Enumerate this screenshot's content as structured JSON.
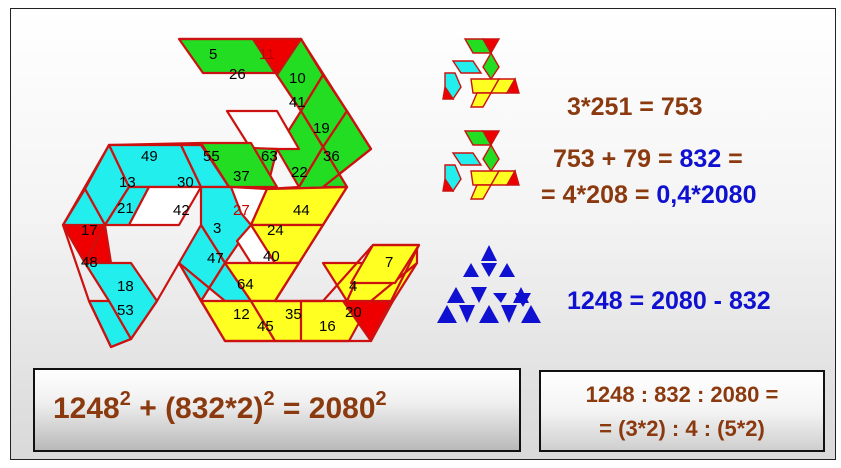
{
  "cells": [
    "5",
    "26",
    "11",
    "10",
    "41",
    "19",
    "36",
    "22",
    "63",
    "55",
    "37",
    "49",
    "13",
    "30",
    "21",
    "42",
    "27",
    "17",
    "48",
    "18",
    "53",
    "44",
    "24",
    "3",
    "47",
    "40",
    "64",
    "12",
    "45",
    "35",
    "16",
    "20",
    "4",
    "7"
  ],
  "equations": {
    "eq1": "3*251 = 753",
    "eq2_line1_part1": "753 + 79 = ",
    "eq2_line1_part2": "832",
    "eq2_line1_part3": " =",
    "eq2_line2_part1": "= 4*208 = ",
    "eq2_line2_part2": "0,4*2080",
    "eq3": "1248 = 2080 - 832"
  },
  "formula": {
    "a": "1248",
    "exp1": "2",
    "mid": " + (832*2)",
    "exp2": "2",
    "eq": "  =  2080",
    "exp3": "2"
  },
  "ratio": {
    "line1": "1248 : 832 : 2080 =",
    "line2": "= (3*2) : 4 : (5*2)"
  },
  "colors": {
    "green": "#22dd22",
    "red": "#ee0000",
    "cyan": "#22eeee",
    "yellow": "#ffff22",
    "outline": "#cc1111",
    "brown": "#8b3a0f",
    "blue": "#1010d0"
  }
}
